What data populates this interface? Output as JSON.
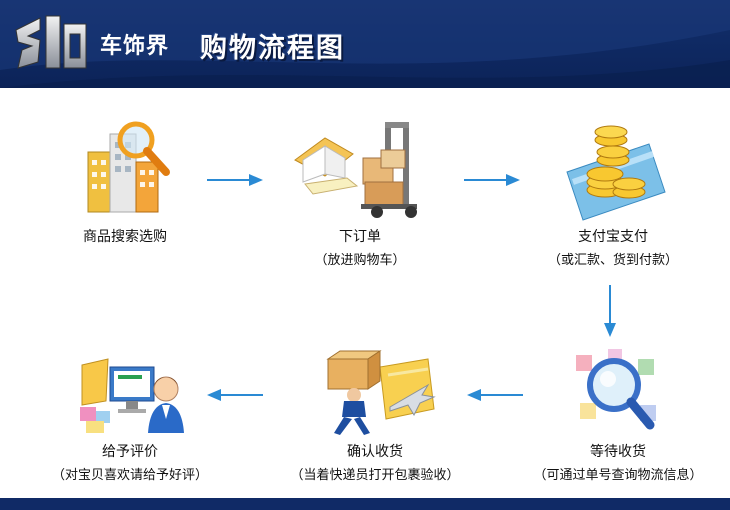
{
  "header": {
    "logo_text": "车饰界",
    "title": "购物流程图"
  },
  "steps": [
    {
      "label": "商品搜索选购",
      "sub": ""
    },
    {
      "label": "下订单",
      "sub": "（放进购物车）"
    },
    {
      "label": "支付宝支付",
      "sub": "（或汇款、货到付款）"
    },
    {
      "label": "等待收货",
      "sub": "（可通过单号查询物流信息）"
    },
    {
      "label": "确认收货",
      "sub": "（当着快递员打开包裹验收）"
    },
    {
      "label": "给予评价",
      "sub": "（对宝贝喜欢请给予好评）"
    }
  ],
  "colors": {
    "header_bg": "#0f2a64",
    "arrow": "#2a8ad4"
  }
}
